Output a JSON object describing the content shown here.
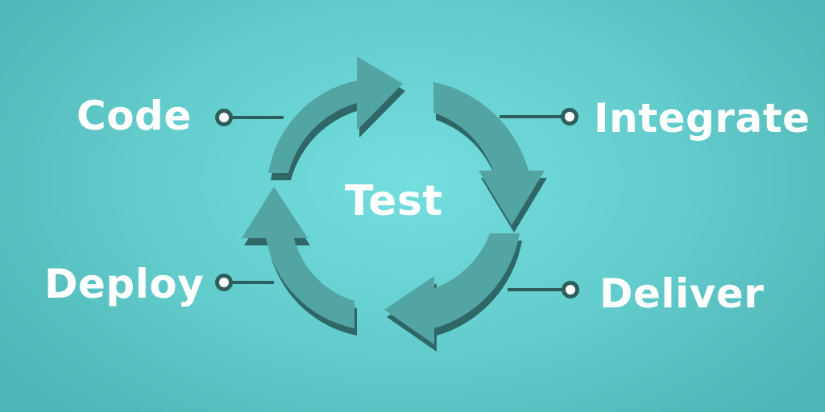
{
  "diagram": {
    "center_label": "Test",
    "stages": [
      {
        "id": "code",
        "label": "Code"
      },
      {
        "id": "integrate",
        "label": "Integrate"
      },
      {
        "id": "deliver",
        "label": "Deliver"
      },
      {
        "id": "deploy",
        "label": "Deploy"
      }
    ],
    "colors": {
      "background_center": "#74dede",
      "background_edge": "#4fb4b5",
      "arrow_face": "#52a5a3",
      "arrow_shadow": "#2e6766",
      "connector": "#2d5e5d",
      "connector_dot_fill": "#ffffff",
      "text": "#ffffff"
    }
  }
}
